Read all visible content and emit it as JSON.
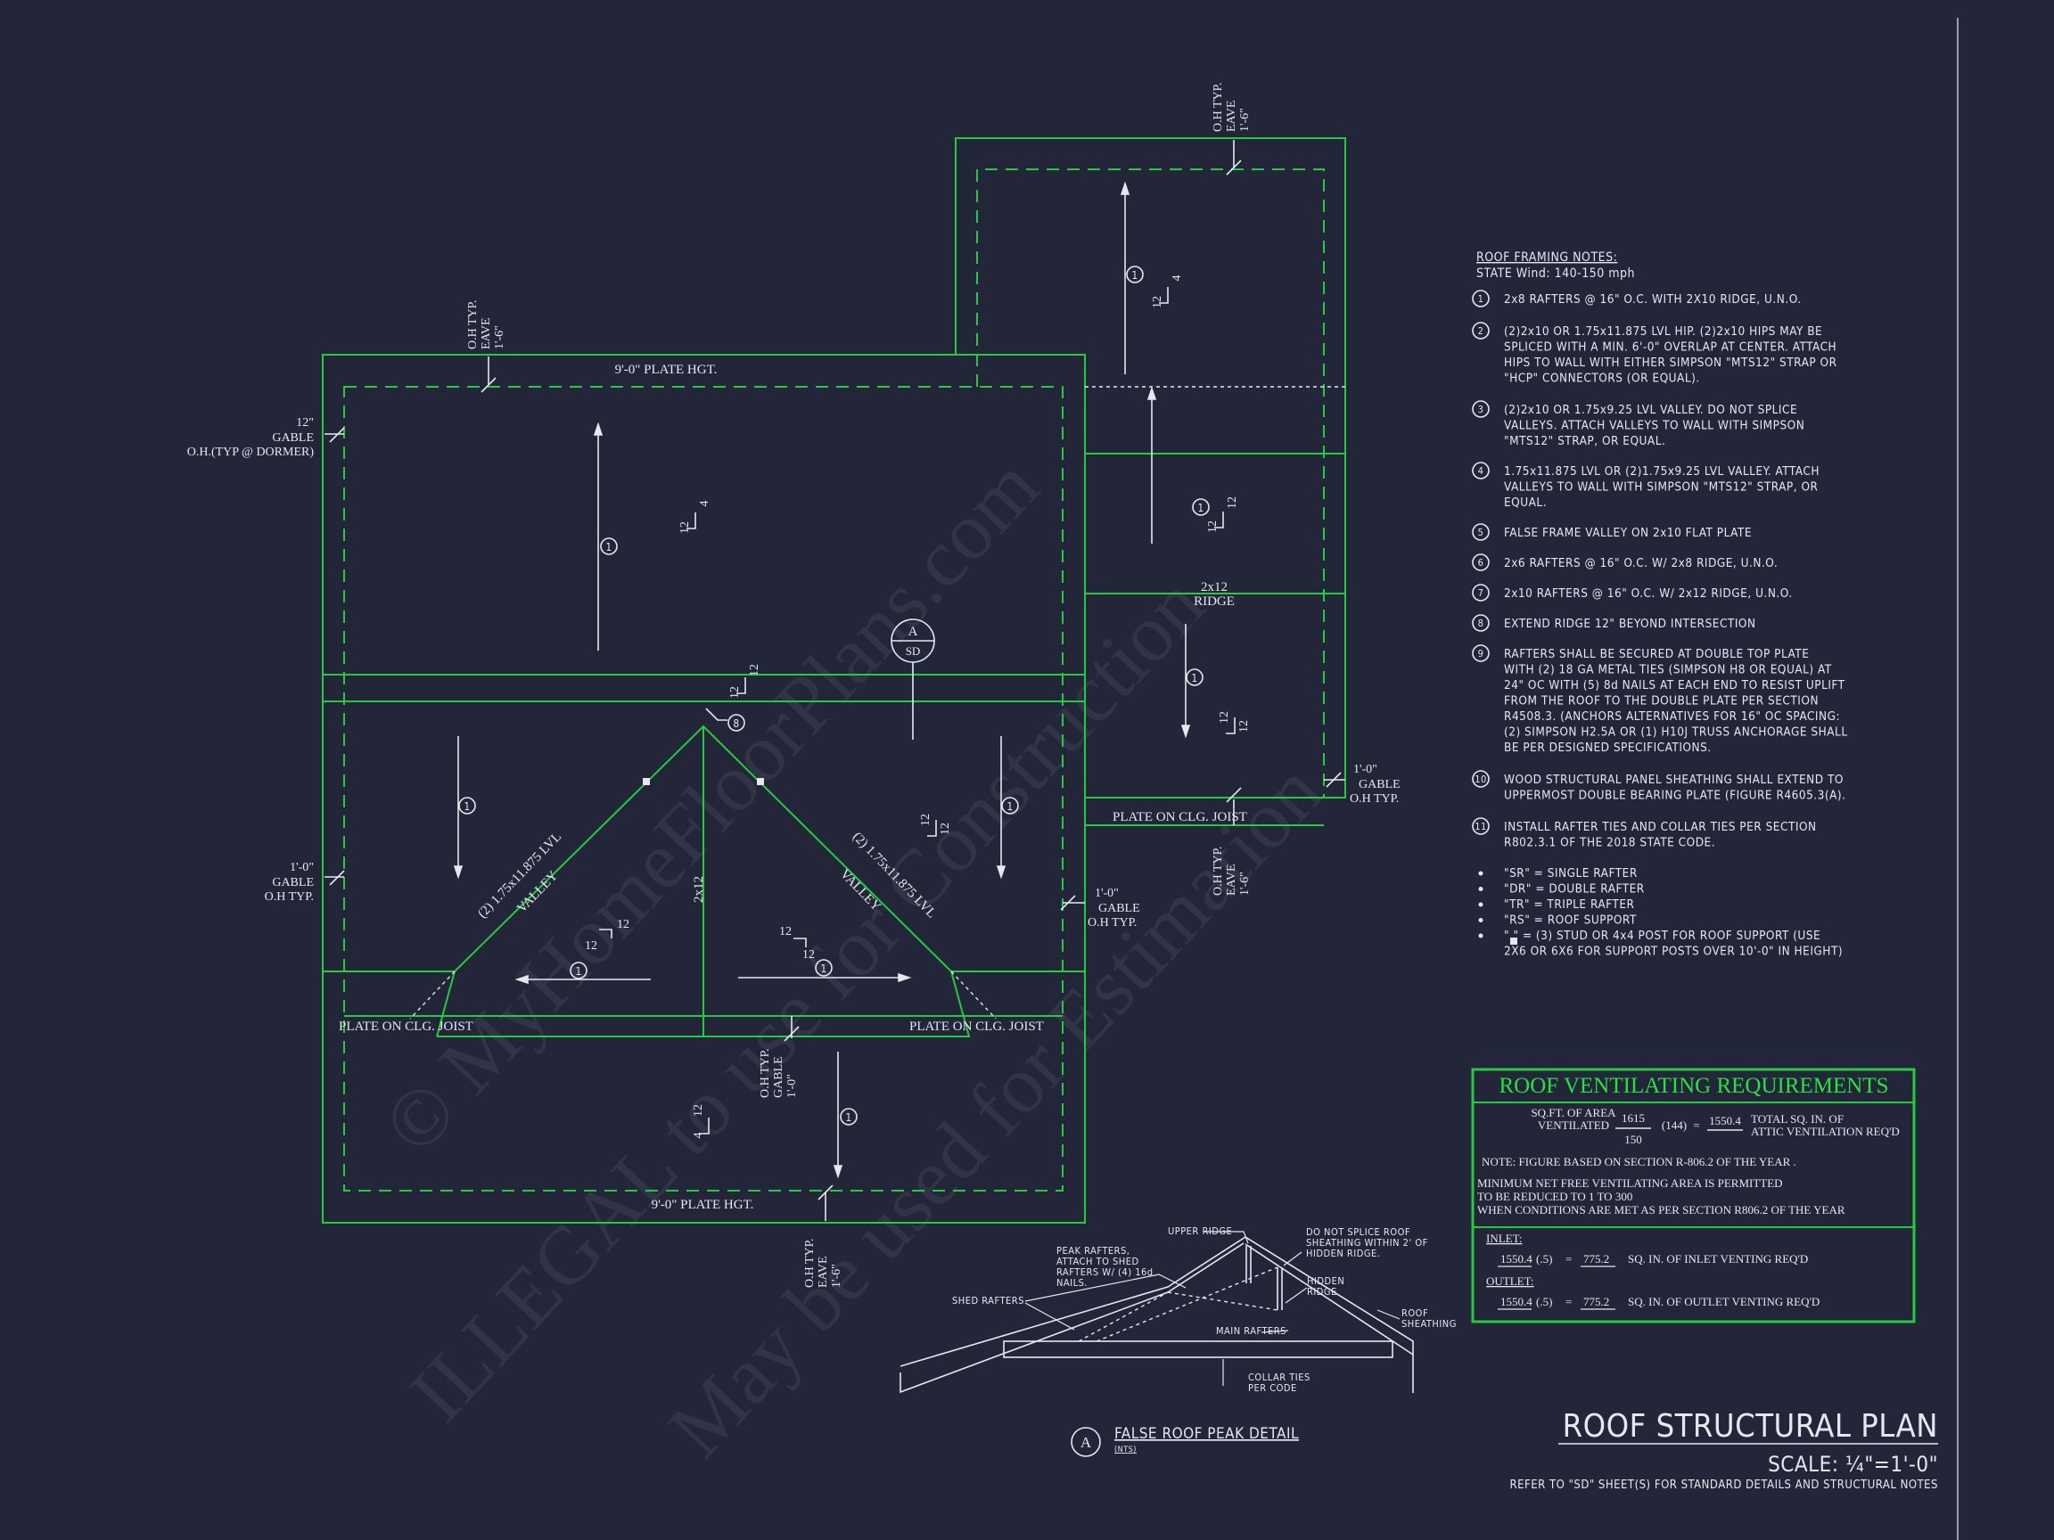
{
  "plan": {
    "plate_hgt_top": "9'-0\" PLATE HGT.",
    "plate_hgt_bottom": "9'-0\" PLATE HGT.",
    "oh_eave_top_left": [
      "O.H TYP.",
      "EAVE",
      "1'-6\""
    ],
    "oh_eave_top_right": [
      "O.H TYP.",
      "EAVE",
      "1'-6\""
    ],
    "oh_eave_right_mid": [
      "O.H TYP.",
      "EAVE",
      "1'-6\""
    ],
    "oh_eave_bottom": [
      "O.H TYP.",
      "EAVE",
      "1'-6\""
    ],
    "oh_gable_center": [
      "O.H TYP.",
      "GABLE",
      "1'-0\""
    ],
    "gable_dormer": [
      "12\"",
      "GABLE",
      "O.H.(TYP @ DORMER)"
    ],
    "gable_left": [
      "1'-0\"",
      "GABLE",
      "O.H TYP."
    ],
    "gable_center_right": [
      "1'-0\"",
      "GABLE",
      "O.H TYP."
    ],
    "gable_right": [
      "1'-0\"",
      "GABLE",
      "O.H TYP."
    ],
    "plate_on_clg_joist_right": "PLATE ON CLG. JOIST",
    "plate_on_clg_joist_left": "PLATE ON CLG. JOIST",
    "plate_on_clg_joist_center": "PLATE ON CLG. JOIST",
    "ridge_2x12": [
      "2x12",
      "RIDGE"
    ],
    "ridge_center": "2x12",
    "valley_left": [
      "(2) 1.75x11.875 LVL",
      "VALLEY"
    ],
    "valley_right": [
      "(2) 1.75x11.875 LVL",
      "VALLEY"
    ],
    "pitch_12": "12",
    "pitch_4": "4",
    "note_tag_1": "1",
    "note_tag_8": "8",
    "section_marker": {
      "top": "A",
      "bottom": "SD"
    }
  },
  "notes": {
    "title": "ROOF FRAMING NOTES:",
    "subtitle": "STATE Wind: 140-150 mph",
    "items": [
      {
        "num": "1",
        "lines": [
          "2x8 RAFTERS @ 16\" O.C. WITH 2X10 RIDGE, U.N.O."
        ]
      },
      {
        "num": "2",
        "lines": [
          "(2)2x10 OR 1.75x11.875 LVL HIP.  (2)2x10 HIPS MAY BE",
          "SPLICED WITH A MIN. 6'-0\" OVERLAP AT CENTER. ATTACH",
          "HIPS TO WALL WITH EITHER SIMPSON \"MTS12\" STRAP OR",
          "\"HCP\" CONNECTORS (OR EQUAL)."
        ]
      },
      {
        "num": "3",
        "lines": [
          "(2)2x10 OR 1.75x9.25 LVL VALLEY.  DO NOT SPLICE",
          "VALLEYS.  ATTACH VALLEYS TO WALL WITH  SIMPSON",
          "\"MTS12\" STRAP, OR EQUAL."
        ]
      },
      {
        "num": "4",
        "lines": [
          "1.75x11.875 LVL OR (2)1.75x9.25 LVL VALLEY.  ATTACH",
          "VALLEYS TO WALL WITH SIMPSON \"MTS12\" STRAP, OR",
          "EQUAL."
        ]
      },
      {
        "num": "5",
        "lines": [
          "FALSE FRAME VALLEY ON 2x10 FLAT PLATE"
        ]
      },
      {
        "num": "6",
        "lines": [
          "2x6 RAFTERS @ 16\" O.C. W/ 2x8 RIDGE, U.N.O."
        ]
      },
      {
        "num": "7",
        "lines": [
          "2x10 RAFTERS @ 16\" O.C. W/ 2x12 RIDGE, U.N.O."
        ]
      },
      {
        "num": "8",
        "lines": [
          "EXTEND RIDGE 12\" BEYOND INTERSECTION"
        ]
      },
      {
        "num": "9",
        "lines": [
          "RAFTERS SHALL BE SECURED AT DOUBLE TOP PLATE",
          "WITH (2) 18 GA METAL TIES (SIMPSON H8 OR EQUAL) AT",
          "24\" OC WITH (5) 8d NAILS AT EACH END TO RESIST UPLIFT",
          "FROM THE ROOF TO THE DOUBLE PLATE PER SECTION",
          "R4508.3. (ANCHORS ALTERNATIVES FOR 16\" OC SPACING:",
          "(2) SIMPSON H2.5A OR (1) H10J TRUSS ANCHORAGE SHALL",
          "BE PER DESIGNED SPECIFICATIONS."
        ]
      },
      {
        "num": "10",
        "lines": [
          "WOOD STRUCTURAL PANEL SHEATHING SHALL EXTEND TO",
          "UPPERMOST DOUBLE BEARING PLATE (FIGURE R4605.3(A)."
        ]
      },
      {
        "num": "11",
        "lines": [
          "INSTALL RAFTER TIES AND COLLAR TIES PER SECTION",
          "R802.3.1 OF THE 2018 STATE CODE."
        ]
      }
    ],
    "legend": [
      "\"SR\"  = SINGLE RAFTER",
      "\"DR\" = DOUBLE RAFTER",
      "\"TR\"  = TRIPLE RAFTER",
      "\"RS\"  = ROOF SUPPORT",
      "\"  \" = (3) STUD OR 4x4 POST FOR ROOF SUPPORT (USE",
      "2X6 OR 6X6 FOR SUPPORT POSTS OVER 10'-0\" IN HEIGHT)"
    ]
  },
  "ventilation": {
    "title": "ROOF VENTILATING REQUIREMENTS",
    "sqft_label": [
      "SQ.FT. OF AREA",
      "VENTILATED"
    ],
    "numerator": "1615",
    "denominator": "150",
    "multiplier": "(144)",
    "equals": "=",
    "result": "1550.4",
    "total_label": [
      "TOTAL SQ. IN. OF",
      "ATTIC VENTILATION REQ'D"
    ],
    "note": "NOTE: FIGURE BASED ON SECTION R-806.2 OF THE YEAR .",
    "minimum_lines": [
      "MINIMUM  NET FREE VENTILATING AREA IS PERMITTED",
      "TO BE REDUCED TO 1 TO 300",
      "WHEN CONDITIONS ARE MET AS PER SECTION R806.2 OF THE YEAR"
    ],
    "inlet_label": "INLET:",
    "inlet_value": "1550.4",
    "inlet_factor": "(.5)",
    "inlet_result": "775.2",
    "inlet_desc": "SQ. IN.  OF INLET VENTING REQ'D",
    "outlet_label": "OUTLET:",
    "outlet_value": "1550.4",
    "outlet_factor": "(.5)",
    "outlet_result": "775.2",
    "outlet_desc": "SQ. IN.  OF OUTLET VENTING REQ'D"
  },
  "detail": {
    "marker": "A",
    "title": "FALSE ROOF PEAK DETAIL",
    "subtitle": "(NTS)",
    "labels": {
      "upper_ridge": "UPPER RIDGE",
      "peak_rafters": [
        "PEAK RAFTERS,",
        "ATTACH TO SHED",
        "RAFTERS W/ (4) 16d",
        "NAILS."
      ],
      "do_not_splice": [
        "DO NOT SPLICE ROOF",
        "SHEATHING WITHIN 2' OF",
        "HIDDEN RIDGE."
      ],
      "hidden_ridge": [
        "HIDDEN",
        "RIDGE"
      ],
      "shed_rafters": "SHED RAFTERS",
      "roof_sheathing": [
        "ROOF",
        "SHEATHING"
      ],
      "main_rafters": "MAIN RAFTERS",
      "collar_ties": [
        "COLLAR TIES",
        "PER CODE"
      ]
    }
  },
  "title_block": {
    "title": "ROOF STRUCTURAL PLAN",
    "scale": "SCALE: ¼\"=1'-0\"",
    "refer": "REFER TO \"SD\" SHEET(S) FOR STANDARD DETAILS AND STRUCTURAL NOTES"
  },
  "watermark": {
    "line1": "© MyHomeFloorPlans.com",
    "line2": "ILLEGAL to use for Construction",
    "line3": "May be used for Estimation"
  }
}
